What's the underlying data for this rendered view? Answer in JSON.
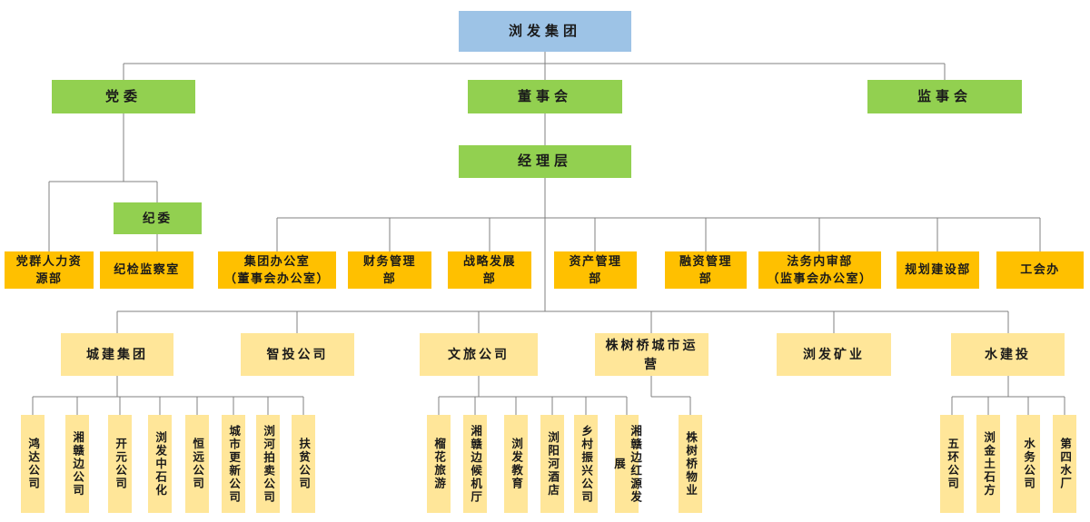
{
  "colors": {
    "root_fill": "#9DC3E6",
    "governance_fill": "#92D050",
    "department_fill": "#FFC000",
    "subsidiary_fill": "#FFE699",
    "connector": "#808080",
    "text": "#1a1a1a"
  },
  "nodes": {
    "root": "浏发集团",
    "party_committee": "党委",
    "board": "董事会",
    "supervisory_board": "监事会",
    "management": "经理层",
    "discipline_committee": "纪委"
  },
  "departments": [
    "党群人力资\n源部",
    "纪检监察室",
    "集团办公室\n（董事会办公室）",
    "财务管理\n部",
    "战略发展\n部",
    "资产管理\n部",
    "融资管理\n部",
    "法务内审部\n（监事会办公室）",
    "规划建设部",
    "工会办"
  ],
  "subsidiaries": [
    "城建集团",
    "智投公司",
    "文旅公司",
    "株树桥城市运\n营",
    "浏发矿业",
    "水建投"
  ],
  "sub_companies": {
    "chengjian": [
      "鸿达公司",
      "湘赣边公司",
      "开元公司",
      "浏发中石化",
      "恒远公司",
      "城市更新公司",
      "浏河拍卖公司",
      "扶贫公司"
    ],
    "wenlv": [
      "榴花旅游",
      "湘赣边候机厅",
      "浏发教育",
      "浏阳河酒店",
      "乡村振兴公司",
      "湘赣边红源发展"
    ],
    "zhushuqiao": [
      "株树桥物业"
    ],
    "shuijiantou": [
      "五环公司",
      "浏金土石方",
      "水务公司",
      "第四水厂"
    ]
  }
}
